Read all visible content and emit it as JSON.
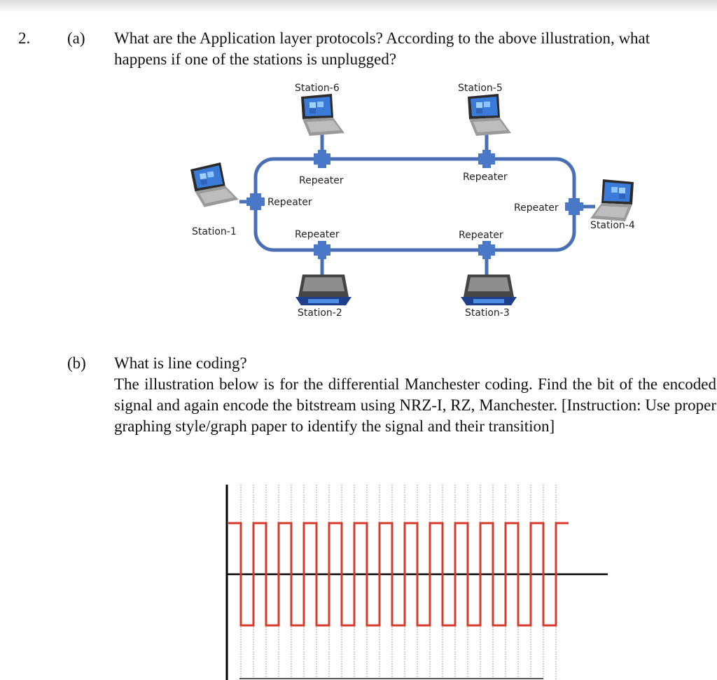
{
  "question": {
    "number": "2.",
    "part_a": {
      "label": "(a)",
      "line1": "What are the Application layer protocols? According to the above illustration, what",
      "line2": "happens if one of the stations is unplugged?"
    },
    "part_b": {
      "label": "(b)",
      "title": "What is line coding?",
      "paragraph": "The illustration below is for the differential Manchester coding. Find the bit of the encoded signal and again encode the bitstream using NRZ-I, RZ, Manchester. [Instruction: Use proper graphing style/graph paper to identify the signal and their transition]"
    }
  },
  "network_diagram": {
    "stations": [
      "Station-1",
      "Station-2",
      "Station-3",
      "Station-4",
      "Station-5",
      "Station-6"
    ],
    "repeater_label": "Repeater",
    "ring_color": "#4a6fb5",
    "connector_color": "#4a78c8"
  },
  "signal_plot": {
    "line_color": "#d63a2b",
    "axis_color": "#000000",
    "levels": [
      1,
      -1,
      1,
      -1,
      1,
      -1,
      1,
      -1,
      1,
      -1,
      1,
      -1,
      1,
      -1,
      1,
      -1,
      1,
      -1,
      1,
      -1,
      1,
      -1,
      1,
      -1,
      1,
      -1,
      1
    ]
  }
}
